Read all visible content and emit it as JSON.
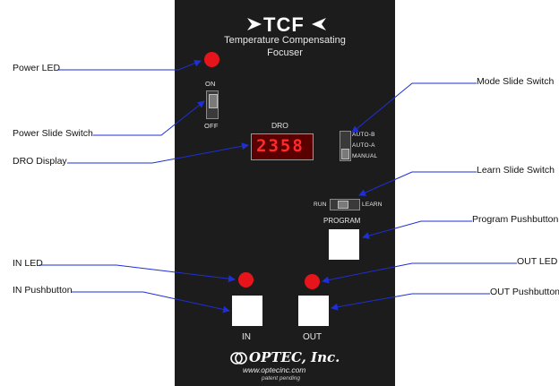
{
  "panel": {
    "logo": "TCF",
    "subtitle_line1": "Temperature Compensating",
    "subtitle_line2": "Focuser",
    "power_on_label": "ON",
    "power_off_label": "OFF",
    "dro_label": "DRO",
    "dro_value": "2358",
    "mode_options": [
      "AUTO-B",
      "AUTO-A",
      "MANUAL"
    ],
    "learn_left": "RUN",
    "learn_right": "LEARN",
    "program_label": "PROGRAM",
    "in_label": "IN",
    "out_label": "OUT",
    "brand": "OPTEC, Inc.",
    "website": "www.optecinc.com",
    "patent": "patent pending"
  },
  "callouts": {
    "power_led": "Power LED",
    "power_switch": "Power Slide Switch",
    "dro_display": "DRO Display",
    "mode_switch": "Mode Slide Switch",
    "learn_switch": "Learn Slide Switch",
    "program_button": "Program Pushbutton",
    "in_led": "IN LED",
    "in_button": "IN Pushbutton",
    "out_led": "OUT LED",
    "out_button": "OUT Pushbutton"
  },
  "colors": {
    "panel": "#1c1c1c",
    "led": "#e8141b",
    "arrow": "#1f2fd6",
    "dro_digits": "#ff2a2a"
  }
}
